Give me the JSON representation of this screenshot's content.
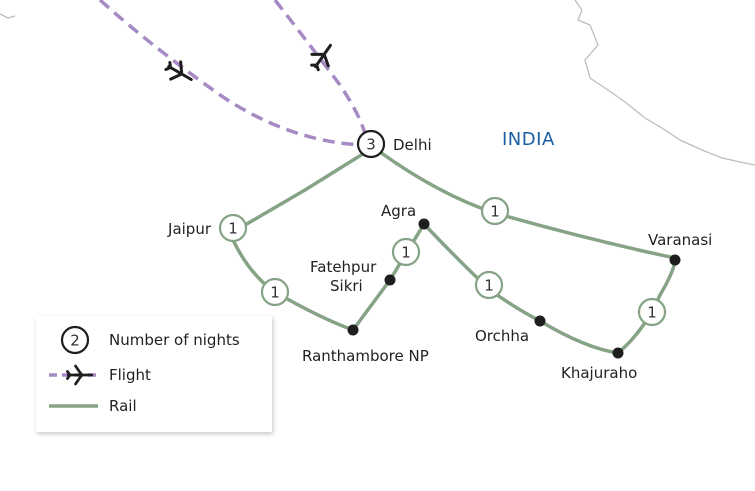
{
  "map": {
    "country_label": "INDIA",
    "colors": {
      "rail": "#86a386",
      "flight": "#a58ac4",
      "border": "#b9c0b9",
      "country_text": "#1a5fa3",
      "node": "#1e1e1e"
    },
    "cities": {
      "delhi": {
        "label": "Delhi",
        "nights": "3"
      },
      "jaipur": {
        "label": "Jaipur",
        "nights": "1"
      },
      "ranthambore": {
        "label": "Ranthambore NP"
      },
      "fatehpur_line1": {
        "label": "Fatehpur"
      },
      "fatehpur_line2": {
        "label": "Sikri"
      },
      "agra": {
        "label": "Agra"
      },
      "orchha": {
        "label": "Orchha"
      },
      "khajuraho": {
        "label": "Khajuraho"
      },
      "varanasi": {
        "label": "Varanasi"
      }
    },
    "segment_nights": {
      "jaipur_ranthambore": "1",
      "fatehpur_agra": "1",
      "agra_orchha": "1",
      "khajuraho_varanasi": "1",
      "delhi_varanasi": "1"
    },
    "icons": [
      "plane-icon",
      "plane-icon"
    ]
  },
  "legend": {
    "nights_sample": "2",
    "nights_label": "Number of nights",
    "flight_label": "Flight",
    "rail_label": "Rail"
  }
}
